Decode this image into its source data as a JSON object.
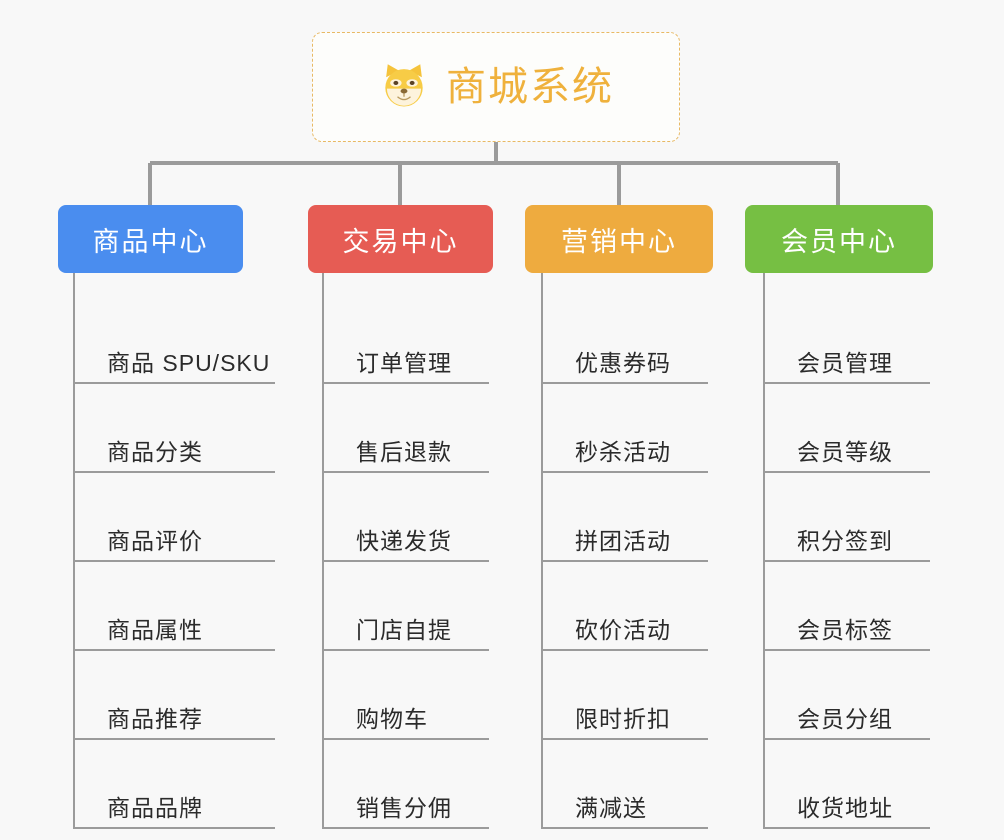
{
  "diagram": {
    "type": "mindmap",
    "background_color": "#f8f8f8",
    "root": {
      "title": "商城系统",
      "icon": "shiba-dog-face-icon",
      "text_color": "#efb13c",
      "border_color": "#e8b964",
      "border_style": "dashed"
    },
    "branches": [
      {
        "header": "商品中心",
        "color": "#4a8def",
        "items": [
          "商品 SPU/SKU",
          "商品分类",
          "商品评价",
          "商品属性",
          "商品推荐",
          "商品品牌"
        ]
      },
      {
        "header": "交易中心",
        "color": "#e65c54",
        "items": [
          "订单管理",
          "售后退款",
          "快递发货",
          "门店自提",
          "购物车",
          "销售分佣"
        ]
      },
      {
        "header": "营销中心",
        "color": "#eeab3f",
        "items": [
          "优惠券码",
          "秒杀活动",
          "拼团活动",
          "砍价活动",
          "限时折扣",
          "满减送"
        ]
      },
      {
        "header": "会员中心",
        "color": "#76bf43",
        "items": [
          "会员管理",
          "会员等级",
          "积分签到",
          "会员标签",
          "会员分组",
          "收货地址"
        ]
      }
    ],
    "connector_color": "#9b9b9b"
  }
}
